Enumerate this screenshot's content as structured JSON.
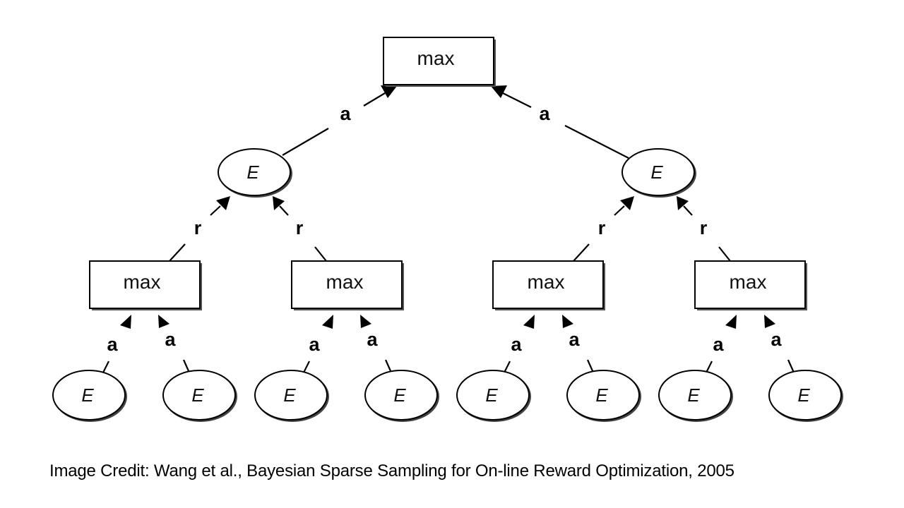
{
  "diagram": {
    "root": {
      "label": "max"
    },
    "chance_nodes": [
      {
        "label": "E"
      },
      {
        "label": "E"
      }
    ],
    "max_nodes": [
      {
        "label": "max"
      },
      {
        "label": "max"
      },
      {
        "label": "max"
      },
      {
        "label": "max"
      }
    ],
    "leaf_nodes": [
      {
        "label": "E"
      },
      {
        "label": "E"
      },
      {
        "label": "E"
      },
      {
        "label": "E"
      },
      {
        "label": "E"
      },
      {
        "label": "E"
      },
      {
        "label": "E"
      },
      {
        "label": "E"
      }
    ],
    "edge_labels": {
      "root_edges": [
        "a",
        "a"
      ],
      "reward_edges": [
        "r",
        "r",
        "r",
        "r"
      ],
      "action_edges": [
        "a",
        "a",
        "a",
        "a",
        "a",
        "a",
        "a",
        "a"
      ]
    }
  },
  "credit": "Image Credit: Wang et al., Bayesian Sparse Sampling for On-line Reward Optimization, 2005"
}
